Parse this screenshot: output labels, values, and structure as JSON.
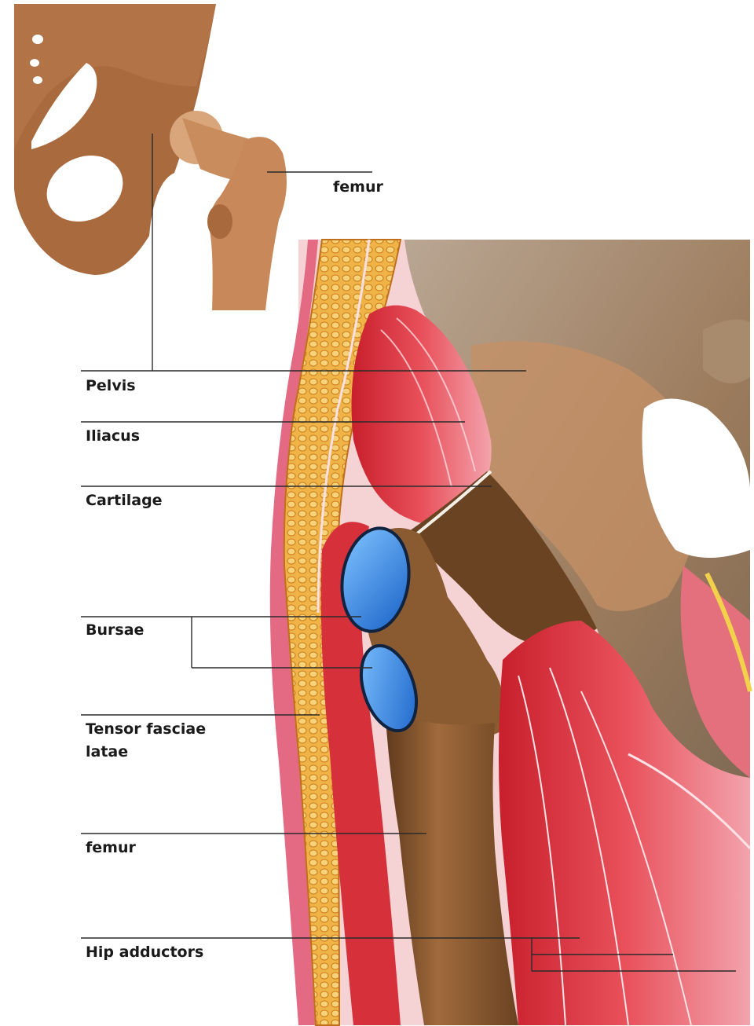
{
  "labels": {
    "femur_top": "femur",
    "pelvis": "Pelvis",
    "iliacus": "Iliacus",
    "cartilage": "Cartilage",
    "bursae": "Bursae",
    "tensor": "Tensor fasciae\nlatae",
    "femur": "femur",
    "hip_adductors": "Hip adductors"
  }
}
